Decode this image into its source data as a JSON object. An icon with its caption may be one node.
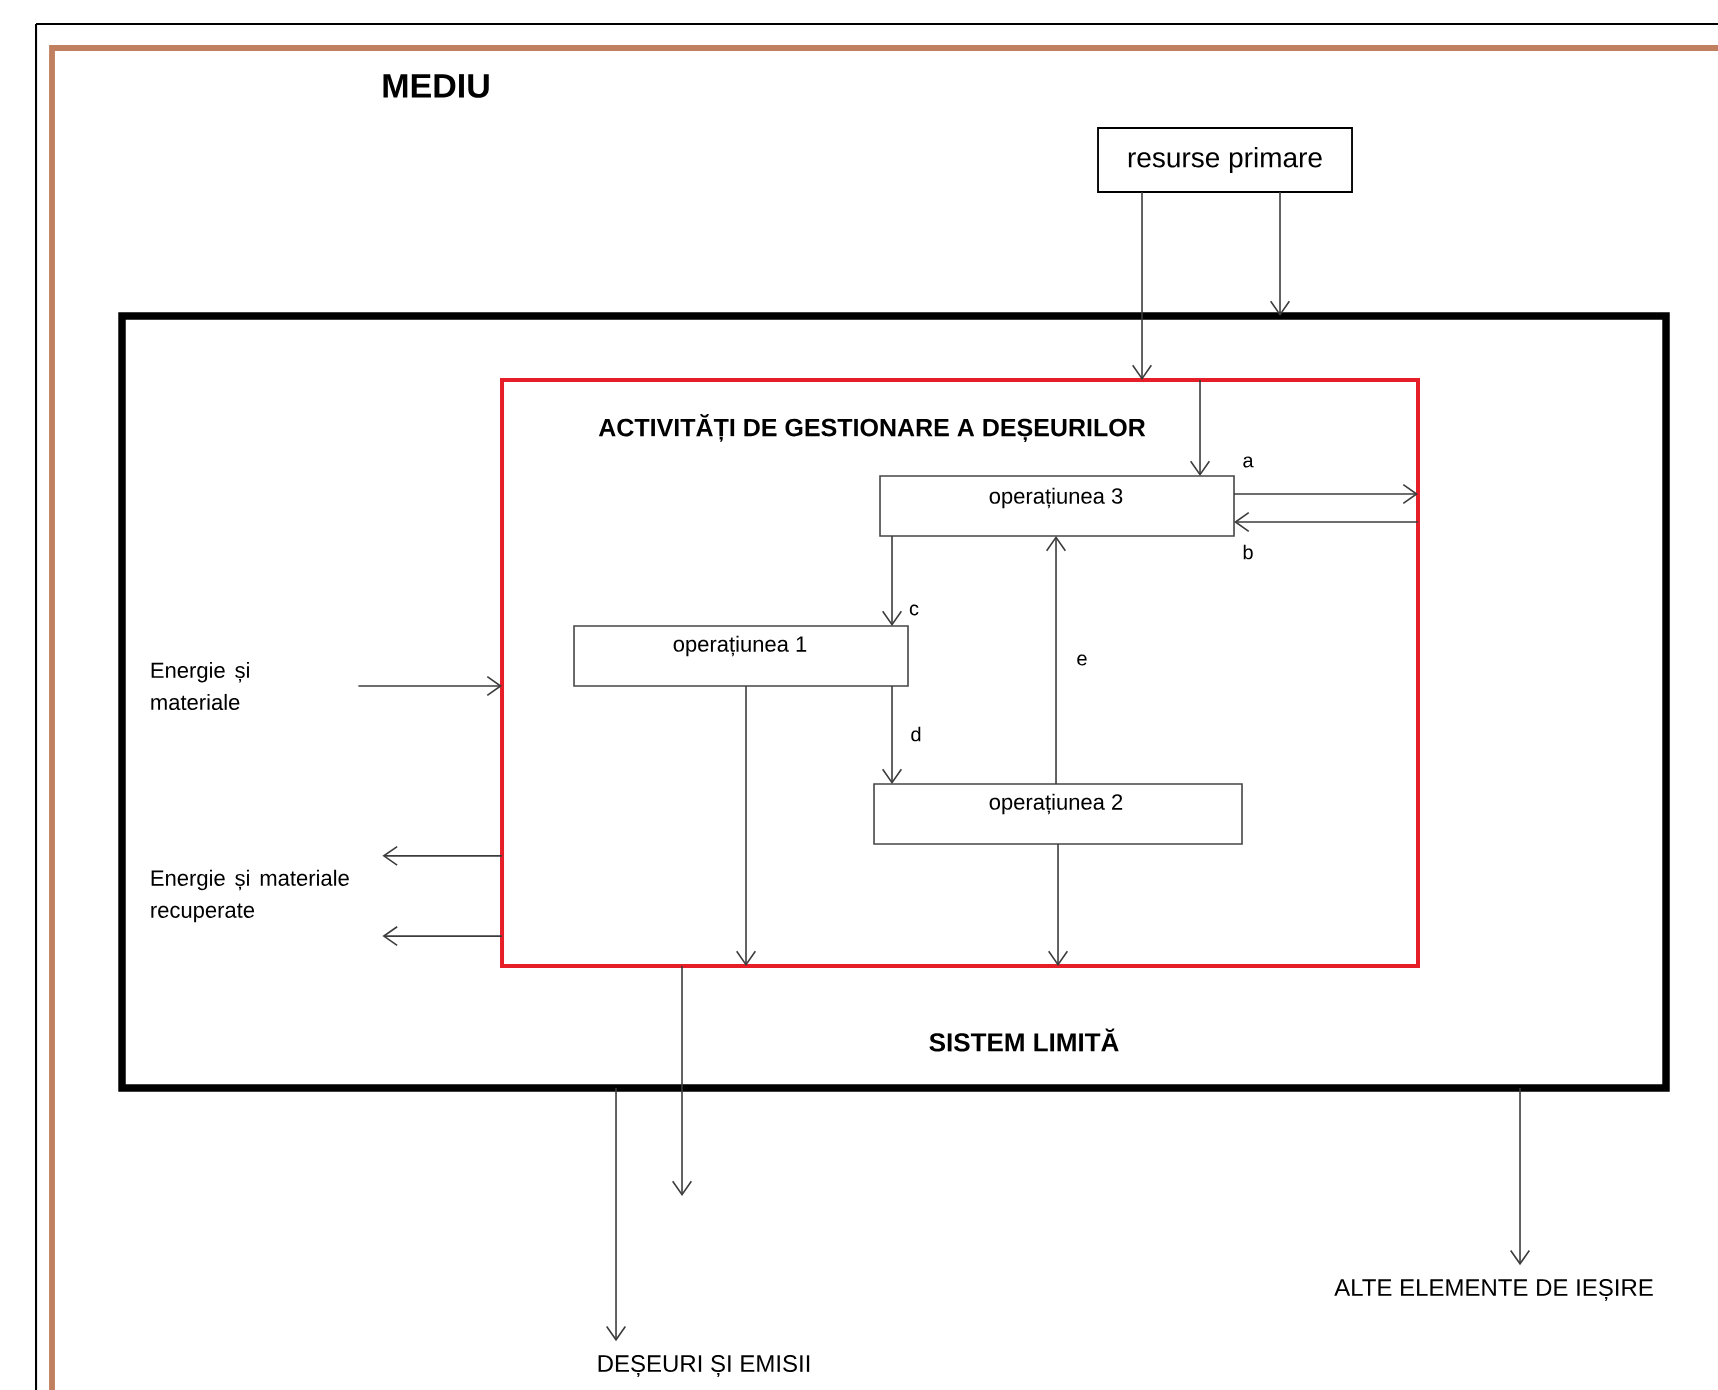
{
  "diagram": {
    "nodes": [
      {
        "text": [
          "MEDIU"
        ]
      },
      {
        "text": [
          "resurse primare"
        ],
        "in": 0
      },
      {
        "text": [
          "SISTEM LIMITĂ"
        ],
        "in": 0
      },
      {
        "text": [
          "ACTIVITĂȚI DE GESTIONARE A DEȘEURILOR"
        ],
        "in": 2
      },
      {
        "text": [
          "operațiunea 3"
        ],
        "in": 3
      },
      {
        "text": [
          "operațiunea 1"
        ],
        "in": 3
      },
      {
        "text": [
          "operațiunea 2"
        ],
        "in": 3
      },
      {
        "text": [
          "Energie și materiale"
        ],
        "in": 2
      },
      {
        "text": [
          "Energie și materiale recuperate"
        ],
        "in": 2
      },
      {
        "text": [
          "DEȘEURI ȘI EMISII"
        ],
        "in": 0
      },
      {
        "text": [
          "ALTE ELEMENTE DE IEȘIRE"
        ],
        "in": 0
      }
    ],
    "edges": [
      {
        "from": 1,
        "to": 3,
        "arrow": "to"
      },
      {
        "from": 1,
        "to": 2,
        "arrow": "to"
      },
      {
        "from": 3,
        "to": 4,
        "arrow": "to"
      },
      {
        "from": 4,
        "to": 3,
        "arrow": "to",
        "label": "a"
      },
      {
        "from": 3,
        "to": 4,
        "arrow": "to",
        "label": "b"
      },
      {
        "from": 4,
        "to": 5,
        "arrow": "to",
        "label": "c"
      },
      {
        "from": 5,
        "to": 6,
        "arrow": "to",
        "label": "d"
      },
      {
        "from": 6,
        "to": 4,
        "arrow": "to",
        "label": "e"
      },
      {
        "from": 7,
        "to": 3,
        "arrow": "to"
      },
      {
        "from": 3,
        "to": 8,
        "arrow": "to"
      },
      {
        "from": 3,
        "to": 8,
        "arrow": "to"
      },
      {
        "from": 5,
        "to": 3,
        "arrow": "to"
      },
      {
        "from": 6,
        "to": 3,
        "arrow": "to"
      },
      {
        "from": 3,
        "to": null,
        "arrow": "to"
      },
      {
        "from": 2,
        "to": 9,
        "arrow": "to"
      },
      {
        "from": 2,
        "to": 10,
        "arrow": "to"
      }
    ]
  }
}
